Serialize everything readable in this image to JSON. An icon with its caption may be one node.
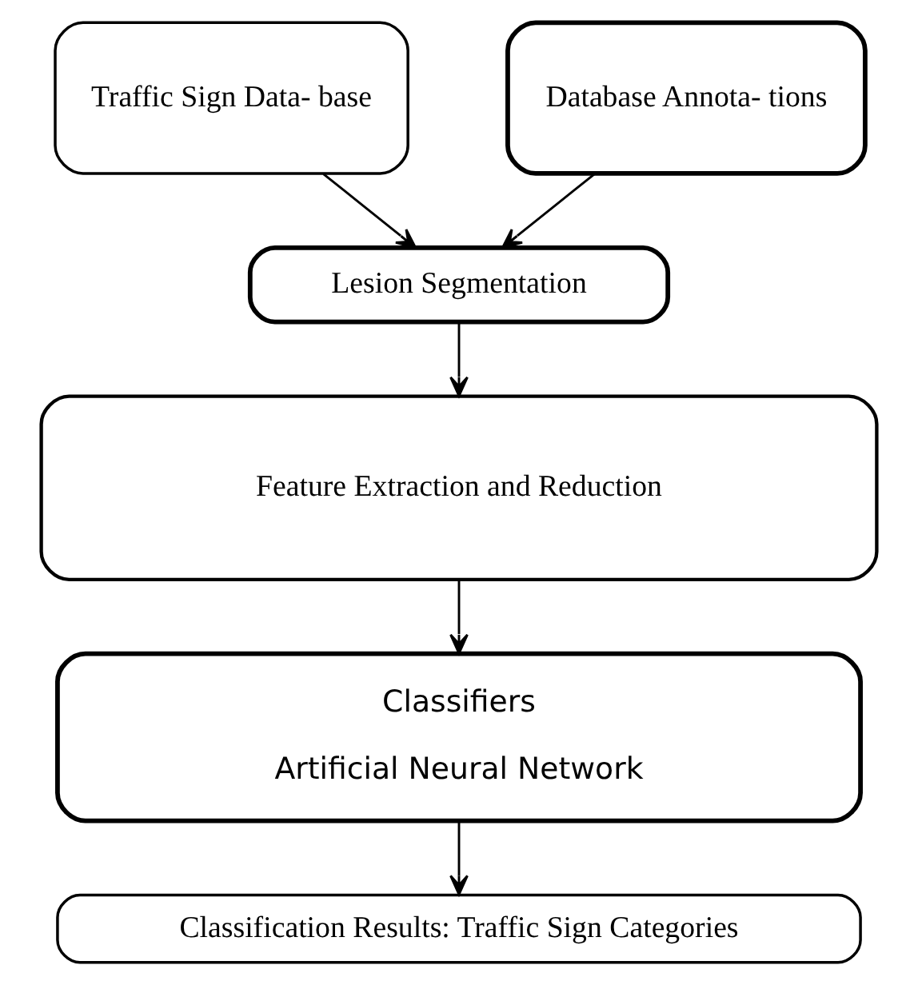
{
  "diagram": {
    "nodes": [
      {
        "text": [
          "Traffic Sign Data- base"
        ]
      },
      {
        "text": [
          "Database Annota- tions"
        ]
      },
      {
        "text": [
          "Lesion Segmentation"
        ]
      },
      {
        "text": [
          "Feature Extraction and Reduction"
        ]
      },
      {
        "text": [
          "Classifiers",
          "Artificial Neural Network"
        ]
      },
      {
        "text": [
          "Classification Results: Traffic Sign Categories"
        ]
      }
    ],
    "edges": [
      {
        "from": 0,
        "to": 2,
        "arrow": "to"
      },
      {
        "from": 1,
        "to": 2,
        "arrow": "to"
      },
      {
        "from": 2,
        "to": 3,
        "arrow": "to"
      },
      {
        "from": 3,
        "to": 4,
        "arrow": "to"
      },
      {
        "from": 4,
        "to": 5,
        "arrow": "to"
      }
    ]
  }
}
